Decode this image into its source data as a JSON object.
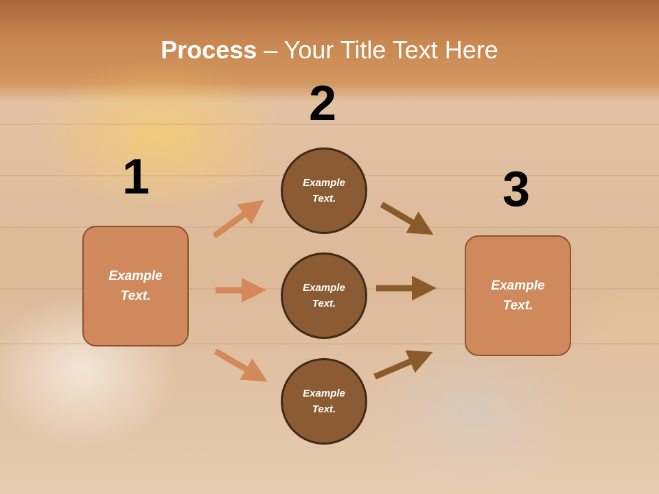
{
  "title": {
    "bold": "Process",
    "rest": " – Your Title Text Here"
  },
  "steps": [
    {
      "number": "1"
    },
    {
      "number": "2"
    },
    {
      "number": "3"
    }
  ],
  "left_box": {
    "line1": "Example",
    "line2": "Text."
  },
  "right_box": {
    "line1": "Example",
    "line2": "Text."
  },
  "circles": [
    {
      "line1": "Example",
      "line2": "Text."
    },
    {
      "line1": "Example",
      "line2": "Text."
    },
    {
      "line1": "Example",
      "line2": "Text."
    }
  ],
  "colors": {
    "box_fill": "#d0895c",
    "circle_fill": "#8b5b33",
    "arrow_light": "#d4895a",
    "arrow_dark": "#8b5a2b"
  }
}
